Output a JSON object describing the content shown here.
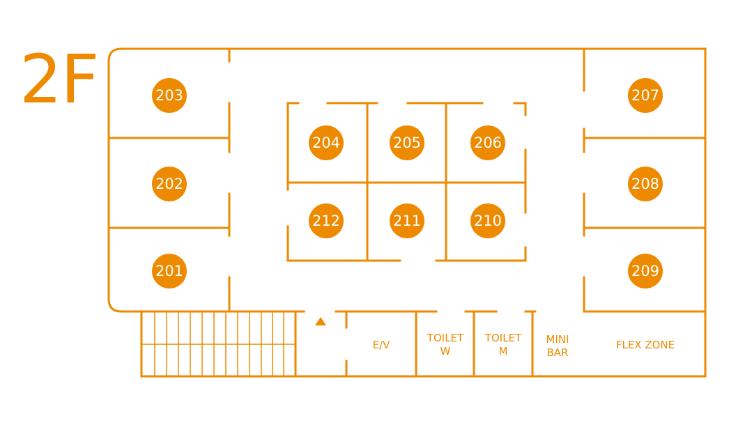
{
  "floor": {
    "label": "2F"
  },
  "colors": {
    "accent": "#ee8a00",
    "text_on_accent": "#ffffff",
    "background": "#ffffff"
  },
  "rooms": [
    {
      "id": "201",
      "label": "201"
    },
    {
      "id": "202",
      "label": "202"
    },
    {
      "id": "203",
      "label": "203"
    },
    {
      "id": "204",
      "label": "204"
    },
    {
      "id": "205",
      "label": "205"
    },
    {
      "id": "206",
      "label": "206"
    },
    {
      "id": "207",
      "label": "207"
    },
    {
      "id": "208",
      "label": "208"
    },
    {
      "id": "209",
      "label": "209"
    },
    {
      "id": "210",
      "label": "210"
    },
    {
      "id": "211",
      "label": "211"
    },
    {
      "id": "212",
      "label": "212"
    }
  ],
  "facilities": {
    "elevator": "E/V",
    "toilet_w": [
      "TOILET",
      "W"
    ],
    "toilet_m": [
      "TOILET",
      "M"
    ],
    "mini_bar": [
      "MINI",
      "BAR"
    ],
    "flex_zone": "FLEX ZONE"
  },
  "icons": {
    "entrance": "up-triangle-icon",
    "stairs": "stairs-grid"
  }
}
